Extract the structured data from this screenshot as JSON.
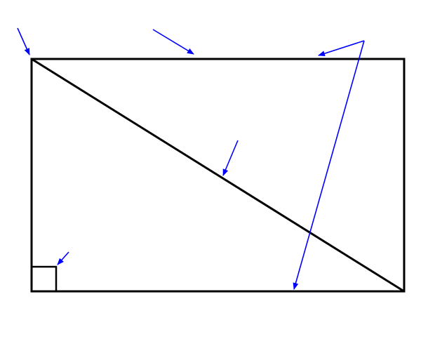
{
  "diagram": {
    "shape": "rectangle-with-diagonal",
    "labels": [],
    "colors": {
      "outline": "#000000",
      "arrow": "#0000ff",
      "background": "#ffffff"
    },
    "arrows": [
      {
        "id": "vertex-arrow",
        "points_to": "top-left-vertex"
      },
      {
        "id": "top-side-arrow",
        "points_to": "top-side"
      },
      {
        "id": "diagonal-arrow",
        "points_to": "diagonal"
      },
      {
        "id": "right-angle-arrow",
        "points_to": "right-angle-marker"
      },
      {
        "id": "opposite-sides-arrows",
        "points_to": [
          "top-side",
          "bottom-side"
        ]
      }
    ]
  }
}
